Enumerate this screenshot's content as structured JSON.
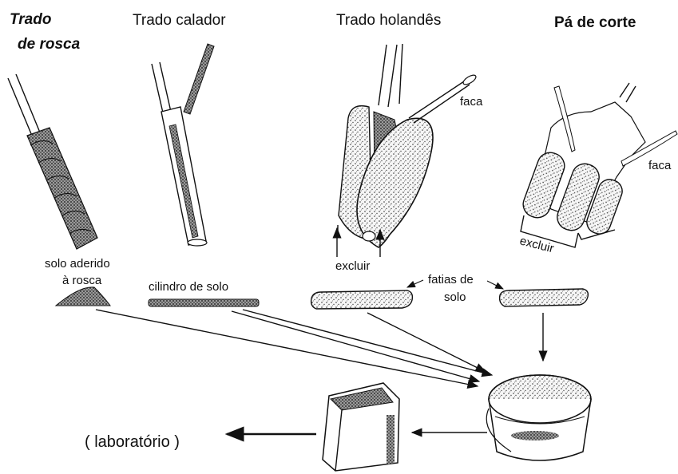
{
  "tools": {
    "trado_rosca": {
      "line1": "Trado",
      "line2": "de rosca"
    },
    "trado_calador": "Trado calador",
    "trado_holandes": "Trado holandês",
    "pa_de_corte": "Pá de corte"
  },
  "labels": {
    "faca_holandes": "faca",
    "faca_pa": "faca",
    "excluir_holandes": "excluir",
    "excluir_pa": "excluir",
    "solo_aderido_1": "solo aderido",
    "solo_aderido_2": "à rosca",
    "cilindro_de_solo": "cilindro de solo",
    "fatias_1": "fatias de",
    "fatias_2": "solo",
    "laboratorio": "( laboratório )"
  }
}
